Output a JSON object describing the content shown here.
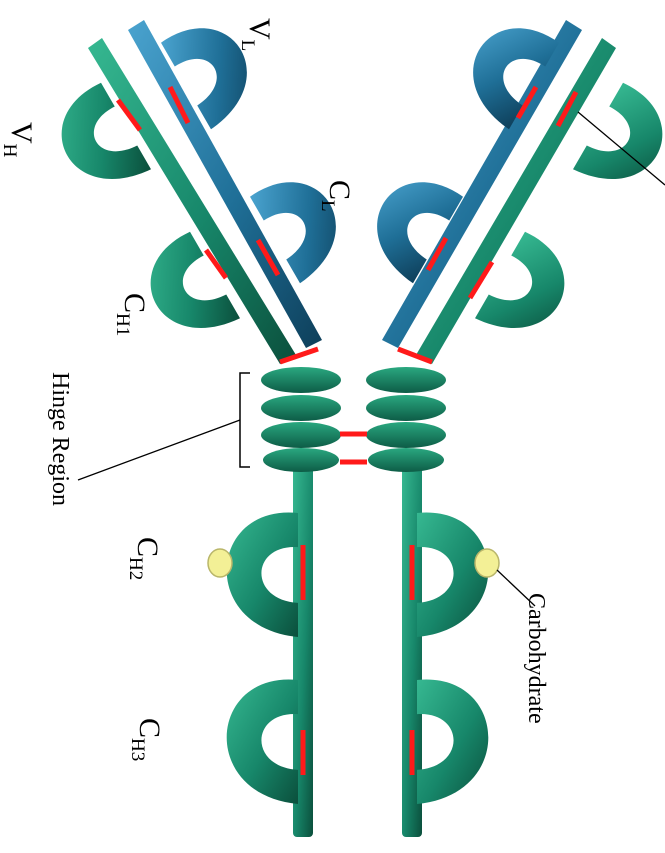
{
  "colors": {
    "heavy_chain": "#17876a",
    "heavy_chain_dark": "#0b4f3c",
    "light_chain": "#1f6f97",
    "light_chain_dark": "#0e3f5a",
    "disulfide_bond": "#ff1a1a",
    "carbohydrate": "#f3f096",
    "background": "#ffffff",
    "text": "#000000"
  },
  "labels": {
    "vl": {
      "main": "V",
      "sub": "L"
    },
    "vh": {
      "main": "V",
      "sub": "H"
    },
    "cl": {
      "main": "C",
      "sub": "L"
    },
    "ch1": {
      "main": "C",
      "sub": "H1"
    },
    "ch2": {
      "main": "C",
      "sub": "H2"
    },
    "ch3": {
      "main": "C",
      "sub": "H3"
    },
    "hinge": "Hinge Region",
    "carbohydrate": "Carbohydrate"
  }
}
